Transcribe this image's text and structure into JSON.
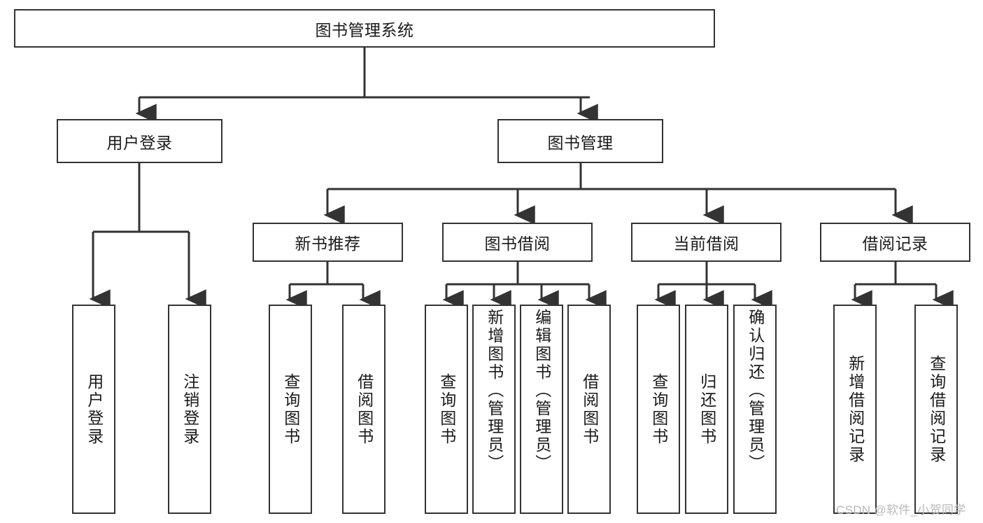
{
  "diagram": {
    "title": "图书管理系统",
    "type": "hierarchy-tree",
    "root": {
      "label": "图书管理系统"
    },
    "level1": [
      {
        "label": "用户登录"
      },
      {
        "label": "图书管理"
      }
    ],
    "level2": [
      {
        "label": "新书推荐"
      },
      {
        "label": "图书借阅"
      },
      {
        "label": "当前借阅"
      },
      {
        "label": "借阅记录"
      }
    ],
    "leaves": {
      "user_login": [
        {
          "label": "用户登录"
        },
        {
          "label": "注销登录"
        }
      ],
      "new_book_recommend": [
        {
          "label": "查询图书"
        },
        {
          "label": "借阅图书"
        }
      ],
      "book_borrow": [
        {
          "label": "查询图书"
        },
        {
          "label": "新增图书（管理员）"
        },
        {
          "label": "编辑图书（管理员）"
        },
        {
          "label": "借阅图书"
        }
      ],
      "current_borrow": [
        {
          "label": "查询图书"
        },
        {
          "label": "归还图书"
        },
        {
          "label": "确认归还（管理员）"
        }
      ],
      "borrow_record": [
        {
          "label": "新增借阅记录"
        },
        {
          "label": "查询借阅记录"
        }
      ]
    }
  },
  "watermark": {
    "text": "CSDN @软件_小贺同学"
  },
  "colors": {
    "border": "#333333",
    "text": "#1a1a1a",
    "background": "#ffffff",
    "connector": "#333333",
    "watermark": "#b9b9b9"
  }
}
